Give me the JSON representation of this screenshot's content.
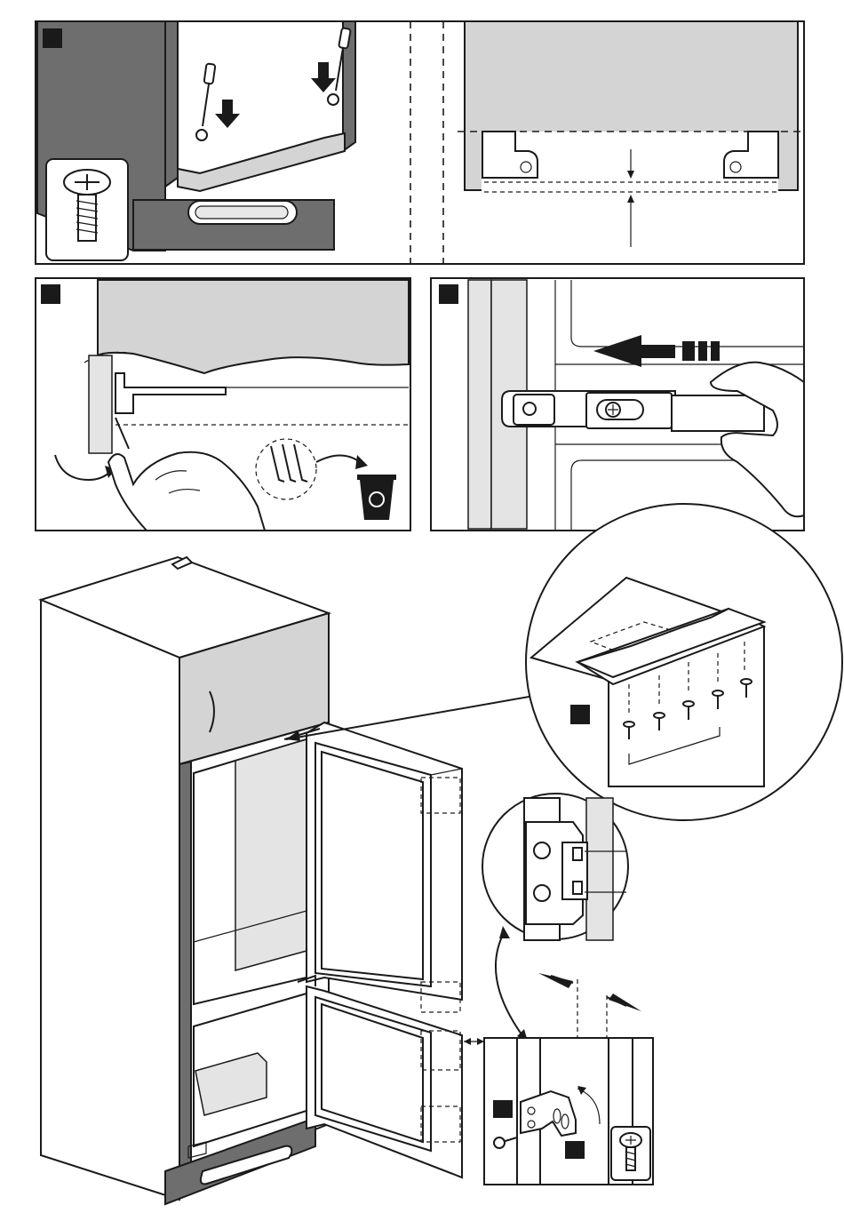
{
  "figure": {
    "steps": [
      {
        "id": "step-1a",
        "label": ""
      },
      {
        "id": "step-1b",
        "label": ""
      },
      {
        "id": "step-2",
        "label": ""
      },
      {
        "id": "step-3",
        "label": ""
      },
      {
        "id": "step-4",
        "label": ""
      },
      {
        "id": "step-5",
        "label": ""
      },
      {
        "id": "step-6",
        "label": ""
      }
    ],
    "icons": [
      "screw-icon",
      "recycle-bin-icon",
      "hand-icon",
      "arrow-icon",
      "hinge-icon"
    ],
    "colors": {
      "line": "#1a1a1a",
      "panel_gray": "#d4d4d4",
      "dark_gray": "#6e6e6e",
      "marker": "#1a1a1a"
    }
  }
}
